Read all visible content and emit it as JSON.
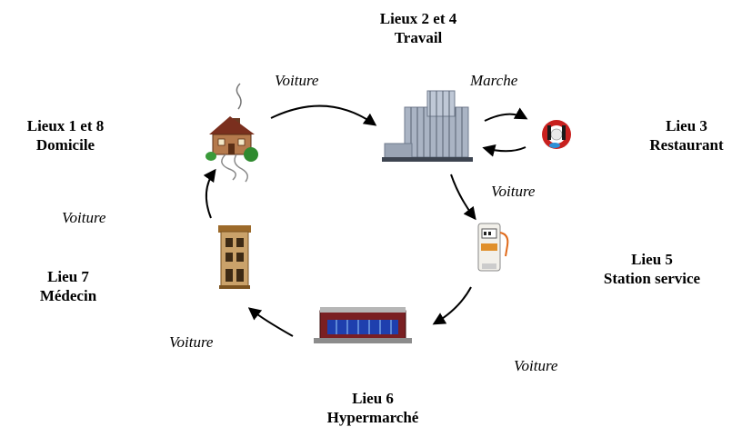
{
  "places": {
    "domicile": {
      "line1": "Lieux 1 et 8",
      "line2": "Domicile"
    },
    "travail": {
      "line1": "Lieux 2 et 4",
      "line2": "Travail"
    },
    "restaurant": {
      "line1": "Lieu 3",
      "line2": "Restaurant"
    },
    "station": {
      "line1": "Lieu 5",
      "line2": "Station service"
    },
    "hypermarche": {
      "line1": "Lieu 6",
      "line2": "Hypermarché"
    },
    "medecin": {
      "line1": "Lieu 7",
      "line2": "Médecin"
    }
  },
  "modes": {
    "domicile_travail": "Voiture",
    "travail_restaurant": "Marche",
    "travail_station": "Voiture",
    "station_hypermarche": "Voiture",
    "hypermarche_medecin": "Voiture",
    "medecin_domicile": "Voiture"
  },
  "icons": {
    "house": "house-icon",
    "office": "office-building-icon",
    "restaurant": "restaurant-icon",
    "fuel": "fuel-pump-icon",
    "supermarket": "supermarket-icon",
    "clinic": "doctor-building-icon"
  }
}
